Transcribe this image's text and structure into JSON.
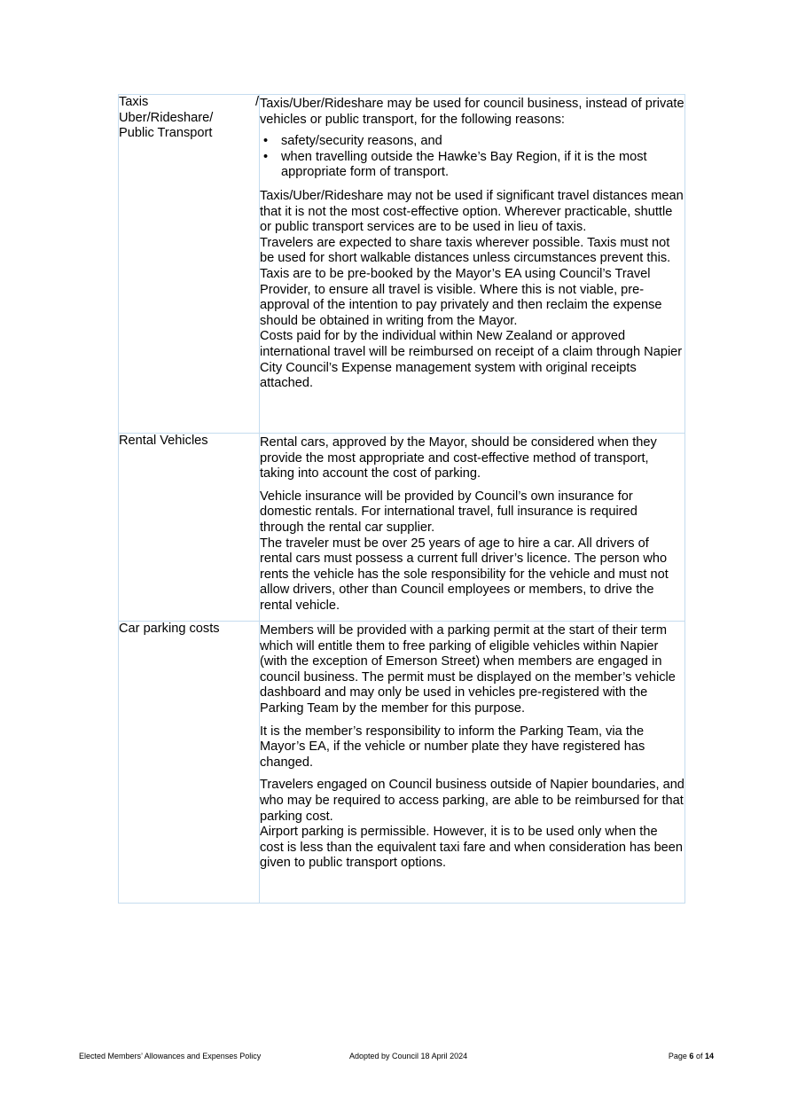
{
  "table": {
    "taxi": {
      "label_line1": "Taxis",
      "label_slash": "/",
      "label_line2": "Uber/Rideshare/",
      "label_line3": "Public Transport",
      "intro": "Taxis/Uber/Rideshare may be used for council business, instead of private vehicles or public transport, for the following reasons:",
      "bullets": [
        "safety/security reasons, and",
        "when travelling outside the Hawke’s Bay Region, if it is the most appropriate form of transport."
      ],
      "para1": "Taxis/Uber/Rideshare may not be used if significant travel distances mean that it is not the most cost-effective option. Wherever practicable, shuttle or public transport services are to be used in lieu of taxis.",
      "para2": "Travelers are expected to share taxis wherever possible. Taxis must not be used for short walkable distances unless circumstances prevent this.",
      "para3": "Taxis are to be pre-booked by the Mayor’s EA using Council’s Travel Provider, to ensure all travel is visible. Where this is not viable, pre-approval of the intention to pay privately and then reclaim the expense should be obtained in writing from the Mayor.",
      "para4": "Costs paid for by the individual within New Zealand or approved international travel will be reimbursed on receipt of a claim  through Napier City Council’s Expense management system with original receipts attached."
    },
    "rental": {
      "label": "Rental Vehicles",
      "para1": "Rental cars, approved by the Mayor, should be considered when they provide the most appropriate and cost-effective method of transport, taking into account the cost of parking.",
      "para2": "Vehicle insurance will be provided by Council’s own insurance for domestic rentals. For international travel, full insurance is required through the rental car supplier.",
      "para3": "The traveler must be over 25 years of age to hire a car. All drivers of rental cars must possess a current full driver’s licence. The person who rents the vehicle has the sole responsibility for the vehicle and must not allow drivers, other than Council employees or members, to drive the rental vehicle."
    },
    "parking": {
      "label": "Car parking costs",
      "para1": "Members will be provided with a parking permit at the start of their term which will entitle them to free parking of eligible vehicles within Napier (with the exception of Emerson Street) when members are engaged in council business. The permit must be displayed on the member’s vehicle dashboard and may only be used in vehicles pre-registered with the Parking Team by the member for this purpose.",
      "para2": "It is the member’s responsibility to inform the Parking Team, via the Mayor’s EA, if the vehicle or number plate they have registered has changed.",
      "para3": "Travelers engaged on Council business outside of Napier boundaries, and who may be required to access parking, are able to be reimbursed for that parking cost.",
      "para4": "Airport parking is permissible. However, it is to be used only when the cost is less than the equivalent taxi fare and when consideration has been given to public transport options."
    }
  },
  "footer": {
    "title": "Elected Members’ Allowances and Expenses Policy",
    "adopted": "Adopted by Council 18 April 2024",
    "page_word": "Page",
    "page_current": "6",
    "page_of": "of",
    "page_total": "14"
  }
}
